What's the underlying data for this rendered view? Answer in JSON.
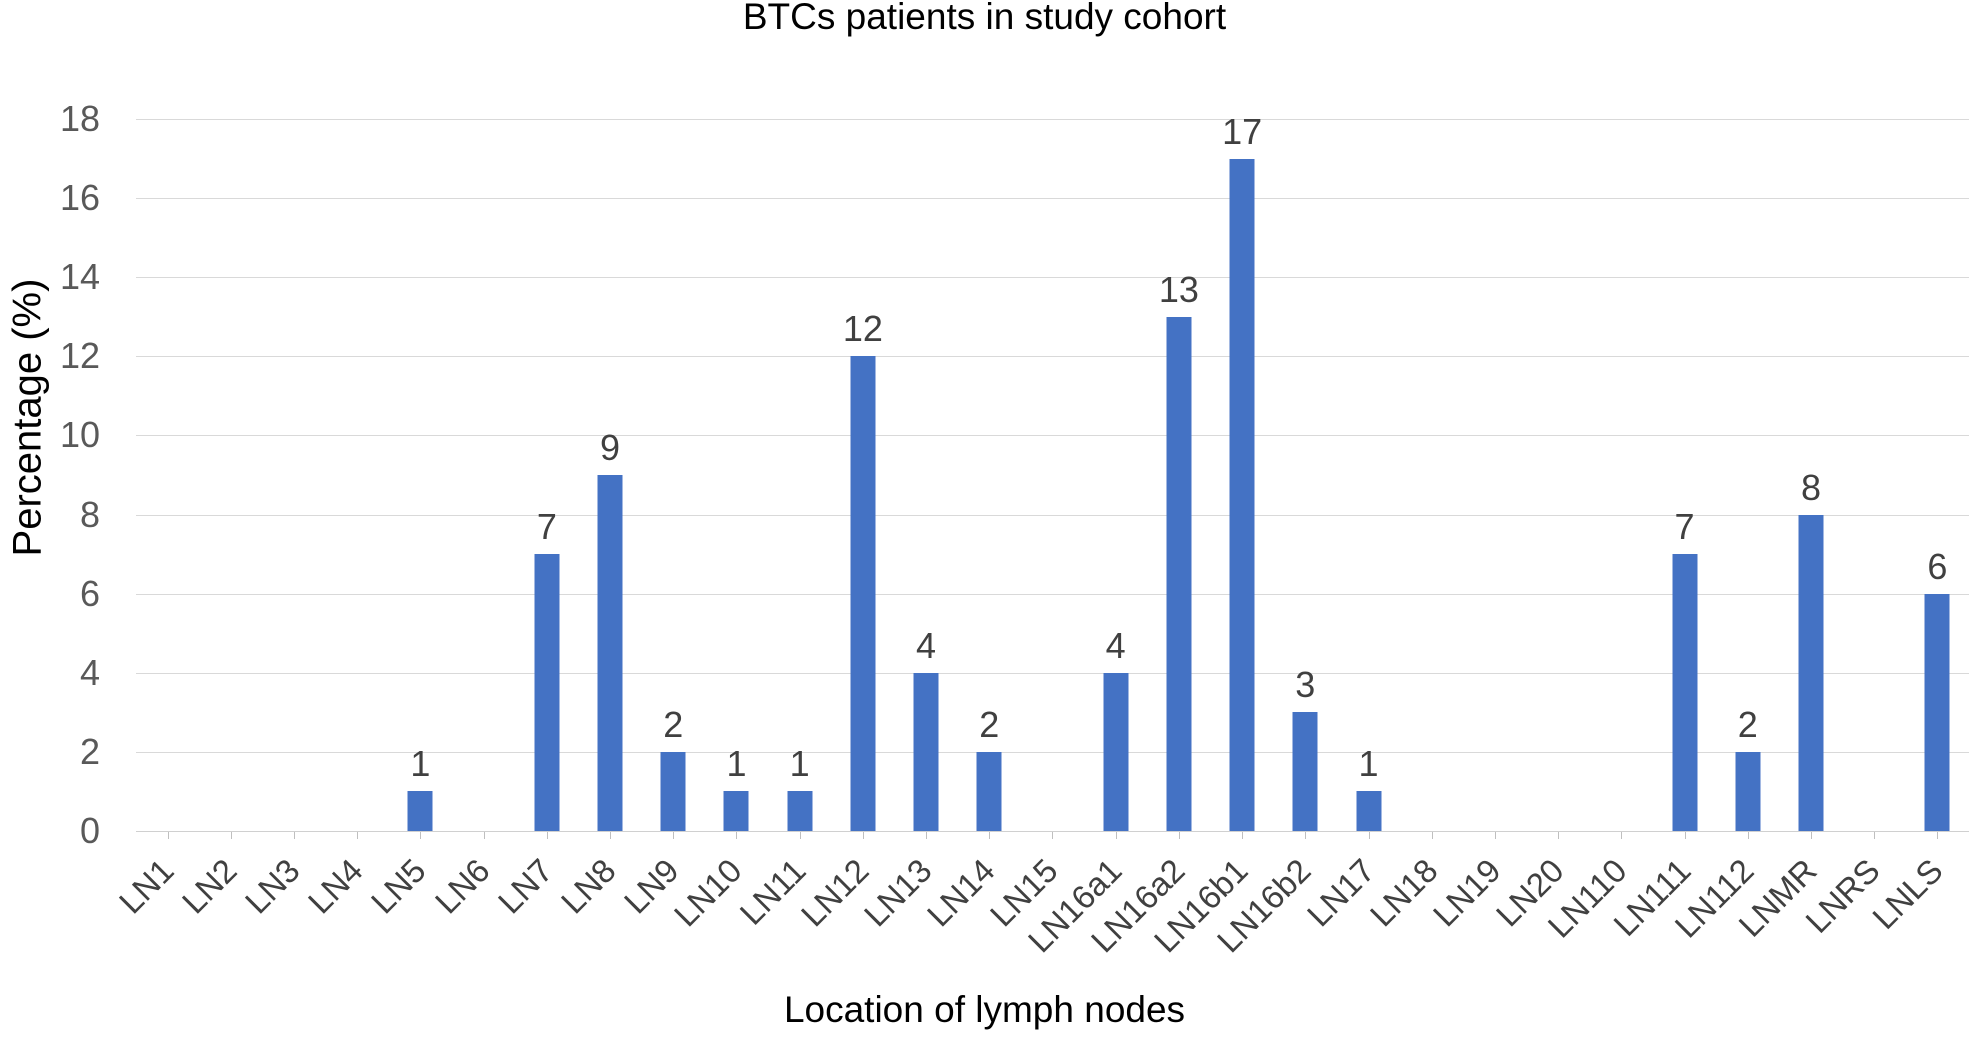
{
  "chart_data": {
    "type": "bar",
    "title": "BTCs patients in study cohort",
    "xlabel": "Location of lymph nodes",
    "ylabel": "Percentage (%)",
    "ylim": [
      0,
      18
    ],
    "ytick_labels": [
      "18",
      "16",
      "14",
      "12",
      "10",
      "8",
      "6",
      "4",
      "2",
      "0"
    ],
    "yticks": [
      18,
      16,
      14,
      12,
      10,
      8,
      6,
      4,
      2,
      0
    ],
    "grid": true,
    "legend": null,
    "bar_color": "#4472C4",
    "show_data_labels": true,
    "categories": [
      "LN1",
      "LN2",
      "LN3",
      "LN4",
      "LN5",
      "LN6",
      "LN7",
      "LN8",
      "LN9",
      "LN10",
      "LN11",
      "LN12",
      "LN13",
      "LN14",
      "LN15",
      "LN16a1",
      "LN16a2",
      "LN16b1",
      "LN16b2",
      "LN17",
      "LN18",
      "LN19",
      "LN20",
      "LN110",
      "LN111",
      "LN112",
      "LNMR",
      "LNRS",
      "LNLS"
    ],
    "values": [
      0,
      0,
      0,
      0,
      1,
      0,
      7,
      9,
      2,
      1,
      1,
      12,
      4,
      2,
      0,
      4,
      13,
      17,
      3,
      1,
      0,
      0,
      0,
      0,
      7,
      2,
      8,
      0,
      6
    ],
    "data_labels": [
      "",
      "",
      "",
      "",
      "1",
      "",
      "7",
      "9",
      "2",
      "1",
      "1",
      "12",
      "4",
      "2",
      "",
      "4",
      "13",
      "17",
      "3",
      "1",
      "",
      "",
      "",
      "",
      "7",
      "2",
      "8",
      "",
      "6"
    ]
  }
}
